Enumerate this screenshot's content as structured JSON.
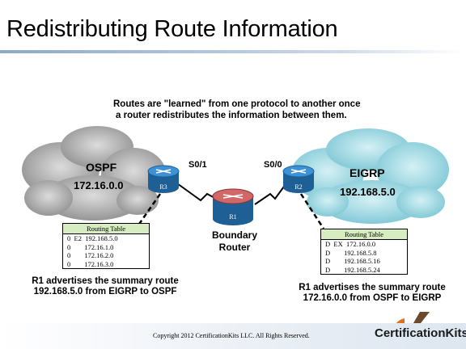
{
  "slide": {
    "title": "Redistributing Route Information"
  },
  "caption": {
    "line1": "Routes are \"learned\" from one protocol to another once",
    "line2": "a router redistributes the information between them."
  },
  "ospf": {
    "name": "OSPF",
    "network": "172.16.0.0"
  },
  "eigrp": {
    "name": "EIGRP",
    "network": "192.168.5.0"
  },
  "routers": {
    "r1": "R1",
    "r2": "R2",
    "r3": "R3"
  },
  "interfaces": {
    "s01": "S0/1",
    "s00": "S0/0"
  },
  "boundary": {
    "line1": "Boundary",
    "line2": "Router"
  },
  "left_table": {
    "header": "Routing Table",
    "rows": [
      "0  E2  192.168.5.0",
      "0        172.16.1.0",
      "0        172.16.2.0",
      "0        172.16.3.0"
    ]
  },
  "right_table": {
    "header": "Routing Table",
    "rows": [
      "D  EX  172.16.0.0",
      "D        192.168.5.8",
      "D        192.168.5.16",
      "D        192.168.5.24"
    ]
  },
  "left_note": {
    "line1": "R1 advertises the summary route",
    "line2": "192.168.5.0 from EIGRP to OSPF"
  },
  "right_note": {
    "line1": "R1 advertises the summary route",
    "line2": "172.16.0.0 from OSPF to EIGRP"
  },
  "footer": {
    "copyright": "Copyright 2012 CertificationKits LLC. All Rights Reserved.",
    "brand": "CertificationKits",
    "accent": "#e2701d"
  },
  "colors": {
    "ospf_cloud": "#a9a9a9",
    "eigrp_cloud": "#8fd2de",
    "blue_router": "#2a7fc4",
    "red_router": "#c65b5b",
    "table_header": "#d7ecc0"
  }
}
